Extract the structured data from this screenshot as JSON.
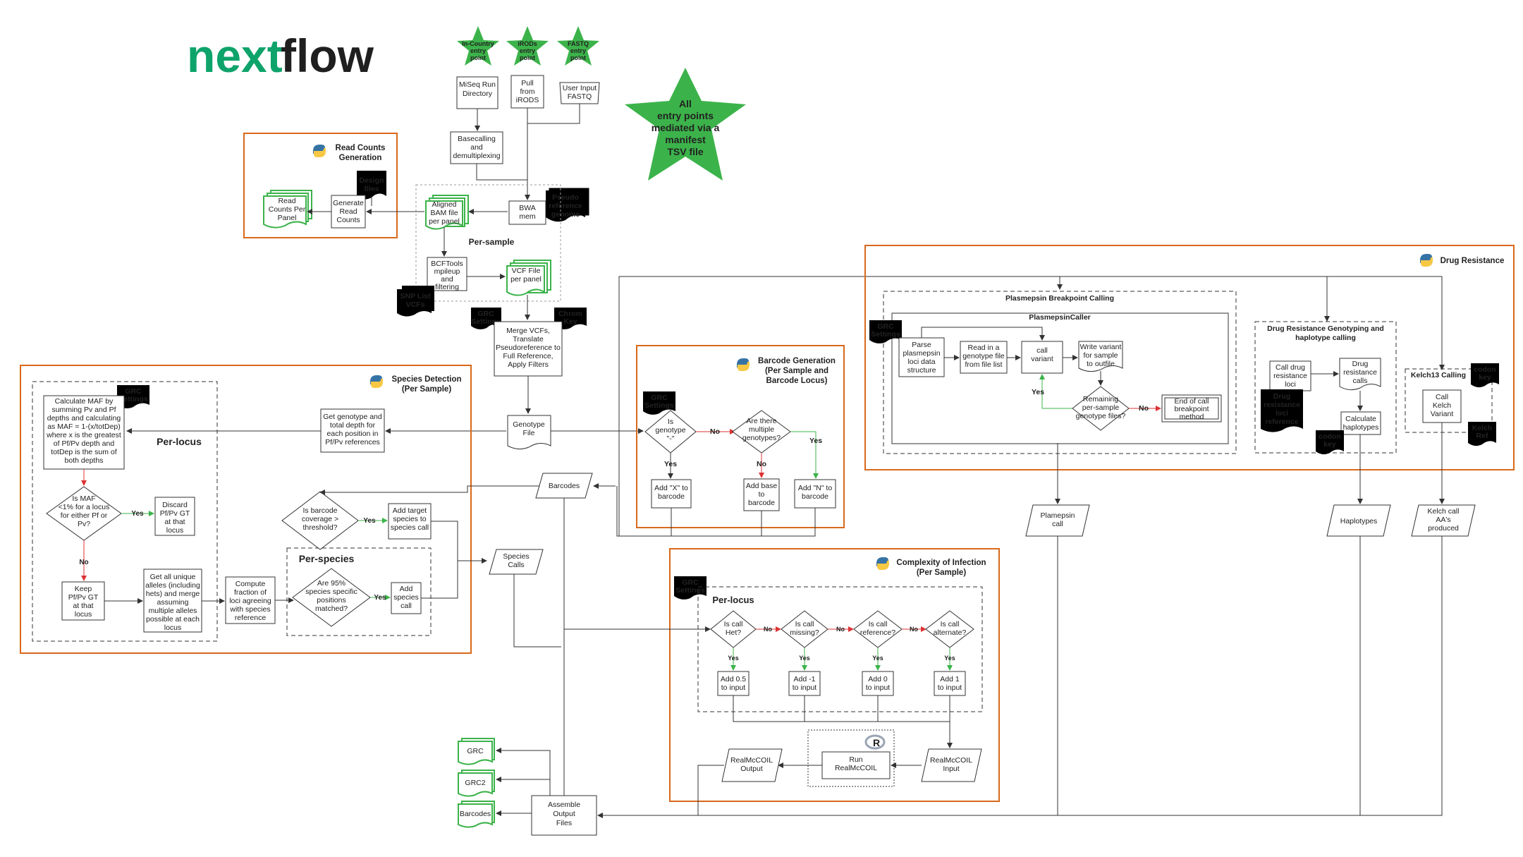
{
  "logo": {
    "part1": "next",
    "part2": "flow"
  },
  "entry_points": [
    {
      "id": "ep1",
      "lines": [
        "In-Country",
        "entry",
        "point"
      ]
    },
    {
      "id": "ep2",
      "lines": [
        "iRODs",
        "entry",
        "point"
      ]
    },
    {
      "id": "ep3",
      "lines": [
        "FASTQ",
        "entry",
        "point"
      ]
    }
  ],
  "manifest_star": [
    "All",
    "entry points",
    "mediated via a",
    "manifest",
    "TSV file"
  ],
  "sections": {
    "read_counts": [
      "Read Counts",
      "Generation"
    ],
    "drug_resistance": "Drug Resistance",
    "species_detection": [
      "Species Detection",
      "(Per Sample)"
    ],
    "barcode_generation": [
      "Barcode Generation",
      "(Per Sample and",
      "Barcode Locus)"
    ],
    "complexity_of_infection": [
      "Complexity of Infection",
      "(Per Sample)"
    ]
  },
  "subsections": {
    "per_sample": "Per-sample",
    "plasmepsin_breakpoint": "Plasmepsin Breakpoint Calling",
    "plasmepsin_caller": "PlasmepsinCaller",
    "drug_res_genotyping": [
      "Drug Resistance Genotyping and",
      "haplotype calling"
    ],
    "kelch13": "Kelch13 Calling",
    "per_locus": "Per-locus",
    "per_species": "Per-species",
    "coi_per_locus": "Per-locus"
  },
  "nodes": {
    "miseq": [
      "MiSeq Run",
      "Directory"
    ],
    "pull_irods": [
      "Pull",
      "from",
      "iRODS"
    ],
    "user_input": [
      "User Input",
      "FASTQ"
    ],
    "basecalling": [
      "Basecalling",
      "and",
      "demultiplexing"
    ],
    "bwa": [
      "BWA",
      "mem"
    ],
    "pseudo_ref": [
      "Pseudo",
      "reference",
      "genome"
    ],
    "aligned_bam": [
      "Aligned",
      "BAM file",
      "per panel"
    ],
    "design_files": [
      "Design",
      "files"
    ],
    "generate_read_counts": [
      "Generate",
      "Read",
      "Counts"
    ],
    "read_counts_panel": [
      "Read",
      "Counts Per",
      "Panel"
    ],
    "bcftools": [
      "BCFTools",
      "mpileup",
      "and",
      "filtering"
    ],
    "vcf_file": [
      "VCF File",
      "per panel"
    ],
    "snp_list": [
      "SNP List",
      "VCFs"
    ],
    "grc_settings": [
      "GRC",
      "Settings"
    ],
    "chrom_key": [
      "Chrom",
      "Key"
    ],
    "merge_vcfs": [
      "Merge VCFs,",
      "Translate",
      "Pseudoreference to",
      "Full Reference,",
      "Apply Filters"
    ],
    "genotype_file": [
      "Genotype",
      "File"
    ],
    "get_genotype": [
      "Get genotype and",
      "total depth for",
      "each position in",
      "Pf/Pv references"
    ],
    "calc_maf": [
      "Calculate MAF by",
      "summing Pv and Pf",
      "depths and calculating",
      "as MAF = 1-(x/totDep)",
      "where x is the greatest",
      "of Pf/Pv depth and",
      "totDep is the sum of",
      "both depths"
    ],
    "is_maf": [
      "Is MAF",
      "<1% for a locus",
      "for either Pf or",
      "Pv?"
    ],
    "discard": [
      "Discard",
      "Pf/Pv GT",
      "at that",
      "locus"
    ],
    "keep": [
      "Keep",
      "Pf/Pv GT",
      "at that",
      "locus"
    ],
    "get_unique": [
      "Get all unique",
      "alleles (including",
      "hets) and merge",
      "assuming",
      "multiple alleles",
      "possible at each",
      "locus"
    ],
    "compute_fraction": [
      "Compute",
      "fraction of",
      "loci agreeing",
      "with species",
      "reference"
    ],
    "barcode_cov": [
      "Is barcode",
      "coverage >",
      "threshold?"
    ],
    "add_target": [
      "Add target",
      "species to",
      "species call"
    ],
    "are_95": [
      "Are 95%",
      "species specific",
      "positions",
      "matched?"
    ],
    "add_species": [
      "Add",
      "species",
      "call"
    ],
    "species_calls": [
      "Species",
      "Calls"
    ],
    "barcodes_io": "Barcodes",
    "is_genotype": [
      "Is",
      "genotype",
      "\"-\""
    ],
    "multiple_geno": [
      "Are there",
      "multiple",
      "genotypes?"
    ],
    "add_x": [
      "Add \"X\" to",
      "barcode"
    ],
    "add_base": [
      "Add base",
      "to",
      "barcode"
    ],
    "add_n": [
      "Add \"N\" to",
      "barcode"
    ],
    "parse_plas": [
      "Parse",
      "plasmepsin",
      "loci data",
      "structure"
    ],
    "read_geno": [
      "Read in a",
      "genotype file",
      "from file list"
    ],
    "call_variant": [
      "call",
      "variant"
    ],
    "write_variant": [
      "Write variant",
      "for sample",
      "to outfile"
    ],
    "remaining": [
      "Remaining",
      "per-sample",
      "genotype files?"
    ],
    "end_call": [
      "End of  call",
      "breakpoint",
      "method"
    ],
    "call_drug": [
      "Call drug",
      "resistance",
      "loci"
    ],
    "drug_res_calls": [
      "Drug",
      "resistance",
      "calls"
    ],
    "drug_res_ref": [
      "Drug",
      "resistance",
      "loci",
      "reference"
    ],
    "calc_hap": [
      "Calculate",
      "haplotypes"
    ],
    "codon_key": [
      "codon",
      "key"
    ],
    "call_kelch": [
      "Call",
      "Kelch",
      "Variant"
    ],
    "kelch_ref": [
      "Kelch",
      "Ref"
    ],
    "plasmepsin_call": [
      "Plamepsin",
      "call"
    ],
    "haplotypes": "Haplotypes",
    "kelch_call": [
      "Kelch call",
      "AA's",
      "produced"
    ],
    "is_het": [
      "Is call",
      "Het?"
    ],
    "is_missing": [
      "Is call",
      "missing?"
    ],
    "is_reference": [
      "Is call",
      "reference?"
    ],
    "is_alternate": [
      "Is call",
      "alternate?"
    ],
    "add_05": [
      "Add 0.5",
      "to input"
    ],
    "add_m1": [
      "Add -1",
      "to input"
    ],
    "add_0": [
      "Add 0",
      "to input"
    ],
    "add_1": [
      "Add 1",
      "to input"
    ],
    "realmccoil_input": [
      "RealMcCOIL",
      "Input"
    ],
    "run_realmccoil": [
      "Run",
      "RealMcCOIL"
    ],
    "realmccoil_output": [
      "RealMcCOIL",
      "Output"
    ],
    "assemble": [
      "Assemble",
      "Output",
      "Files"
    ],
    "grc": "GRC",
    "grc2": "GRC2",
    "barcodes_out": "Barcodes"
  },
  "edge_labels": {
    "yes": "Yes",
    "no": "No"
  },
  "colors": {
    "orange": "#d9691a",
    "green": "#3cb34a",
    "black": "#000000",
    "logo_green": "#0ea36a"
  }
}
